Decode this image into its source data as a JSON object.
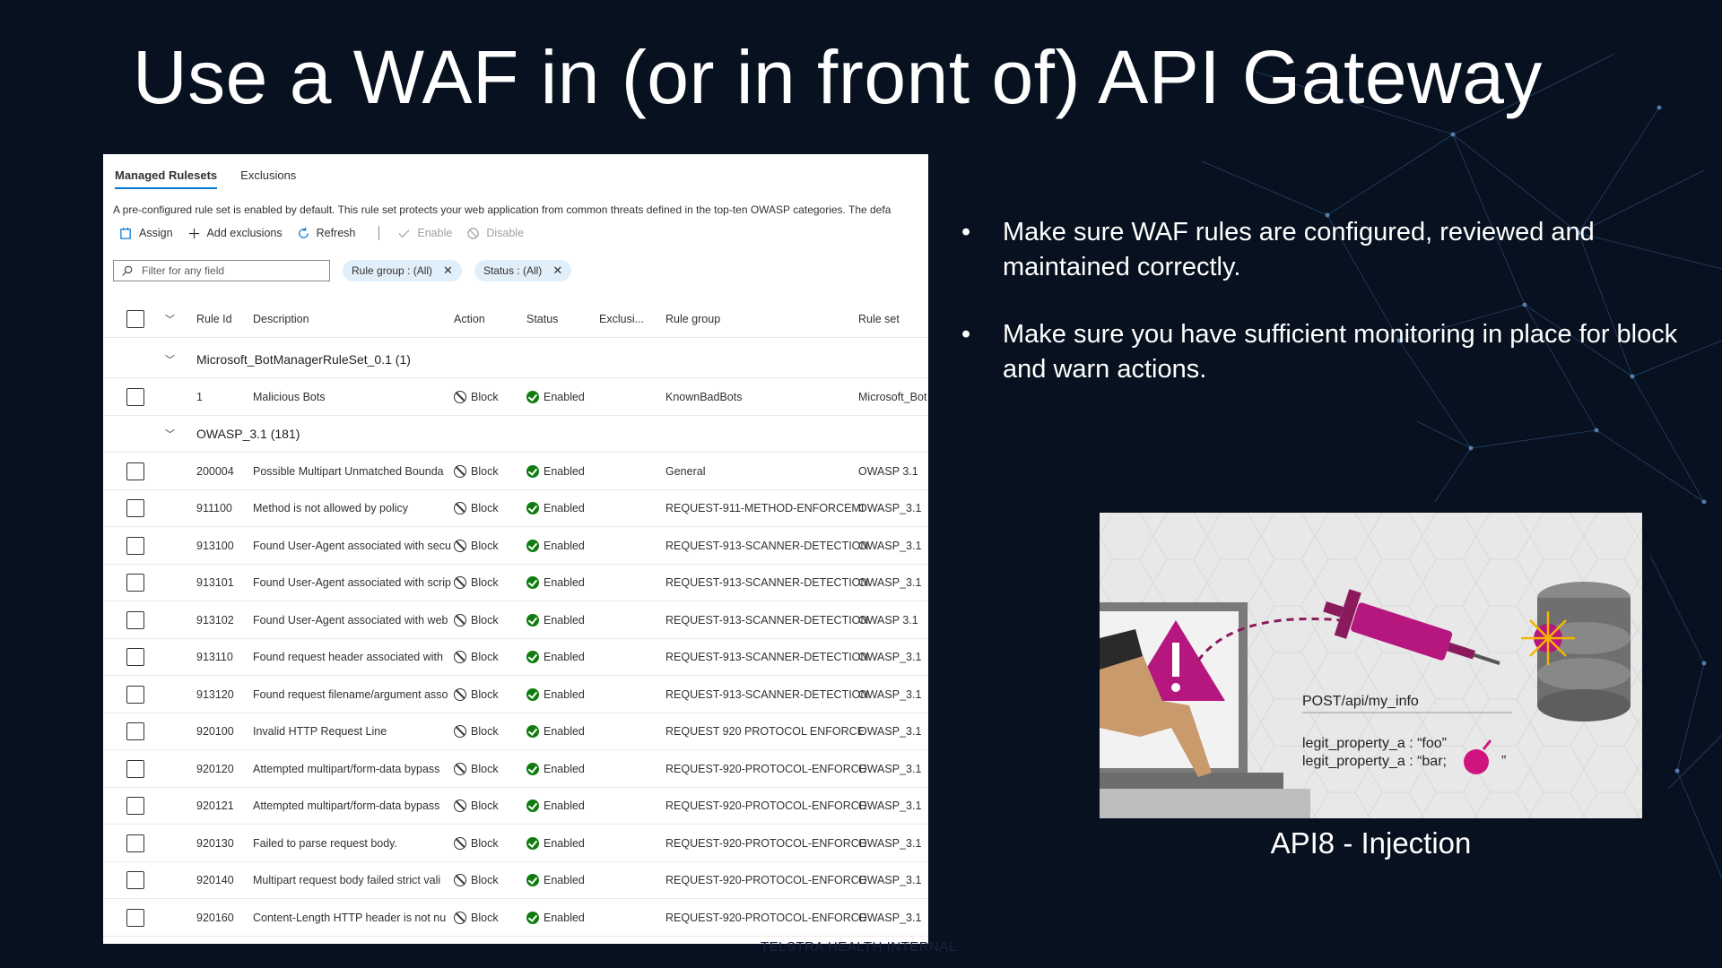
{
  "slide": {
    "title": "Use a WAF in (or in front of) API Gateway",
    "footer": "TELSTRA HEALTH INTERNAL"
  },
  "portal": {
    "tabs": [
      {
        "label": "Managed Rulesets",
        "active": true
      },
      {
        "label": "Exclusions",
        "active": false
      }
    ],
    "description": "A pre-configured rule set is enabled by default. This rule set protects your web application from common threats defined in the top-ten OWASP categories. The defa",
    "commands": {
      "assign": "Assign",
      "add_exclusions": "Add exclusions",
      "refresh": "Refresh",
      "enable": "Enable",
      "disable": "Disable"
    },
    "filter": {
      "placeholder": "Filter for any field",
      "pill_rule_group": "Rule group : (All)",
      "pill_status": "Status : (All)"
    },
    "columns": [
      "Rule Id",
      "Description",
      "Action",
      "Status",
      "Exclusi...",
      "Rule group",
      "Rule set"
    ],
    "groups": [
      {
        "name": "Microsoft_BotManagerRuleSet_0.1 (1)",
        "rows": [
          {
            "id": "1",
            "desc": "Malicious Bots",
            "action": "Block",
            "status": "Enabled",
            "exclusions": "",
            "group": "KnownBadBots",
            "set": "Microsoft_Bot"
          }
        ]
      },
      {
        "name": "OWASP_3.1 (181)",
        "rows": [
          {
            "id": "200004",
            "desc": "Possible Multipart Unmatched Bounda",
            "action": "Block",
            "status": "Enabled",
            "exclusions": "",
            "group": "General",
            "set": "OWASP 3.1"
          },
          {
            "id": "911100",
            "desc": "Method is not allowed by policy",
            "action": "Block",
            "status": "Enabled",
            "exclusions": "",
            "group": "REQUEST-911-METHOD-ENFORCEMI",
            "set": "OWASP_3.1"
          },
          {
            "id": "913100",
            "desc": "Found User-Agent associated with secu",
            "action": "Block",
            "status": "Enabled",
            "exclusions": "",
            "group": "REQUEST-913-SCANNER-DETECTION",
            "set": "OWASP_3.1"
          },
          {
            "id": "913101",
            "desc": "Found User-Agent associated with scrip",
            "action": "Block",
            "status": "Enabled",
            "exclusions": "",
            "group": "REQUEST-913-SCANNER-DETECTION",
            "set": "OWASP_3.1"
          },
          {
            "id": "913102",
            "desc": "Found User-Agent associated with web",
            "action": "Block",
            "status": "Enabled",
            "exclusions": "",
            "group": "REQUEST-913-SCANNER-DETECTION",
            "set": "OWASP 3.1"
          },
          {
            "id": "913110",
            "desc": "Found request header associated with",
            "action": "Block",
            "status": "Enabled",
            "exclusions": "",
            "group": "REQUEST-913-SCANNER-DETECTION",
            "set": "OWASP_3.1"
          },
          {
            "id": "913120",
            "desc": "Found request filename/argument asso",
            "action": "Block",
            "status": "Enabled",
            "exclusions": "",
            "group": "REQUEST-913-SCANNER-DETECTION",
            "set": "OWASP_3.1"
          },
          {
            "id": "920100",
            "desc": "Invalid HTTP Request Line",
            "action": "Block",
            "status": "Enabled",
            "exclusions": "",
            "group": "REQUEST 920 PROTOCOL ENFORCE",
            "set": "OWASP_3.1"
          },
          {
            "id": "920120",
            "desc": "Attempted multipart/form-data bypass",
            "action": "Block",
            "status": "Enabled",
            "exclusions": "",
            "group": "REQUEST-920-PROTOCOL-ENFORCE",
            "set": "OWASP_3.1"
          },
          {
            "id": "920121",
            "desc": "Attempted multipart/form-data bypass",
            "action": "Block",
            "status": "Enabled",
            "exclusions": "",
            "group": "REQUEST-920-PROTOCOL-ENFORCE",
            "set": "OWASP_3.1"
          },
          {
            "id": "920130",
            "desc": "Failed to parse request body.",
            "action": "Block",
            "status": "Enabled",
            "exclusions": "",
            "group": "REQUEST-920-PROTOCOL-ENFORCE",
            "set": "OWASP_3.1"
          },
          {
            "id": "920140",
            "desc": "Multipart request body failed strict vali",
            "action": "Block",
            "status": "Enabled",
            "exclusions": "",
            "group": "REQUEST-920-PROTOCOL-ENFORCE",
            "set": "OWASP_3.1"
          },
          {
            "id": "920160",
            "desc": "Content-Length HTTP header is not nu",
            "action": "Block",
            "status": "Enabled",
            "exclusions": "",
            "group": "REQUEST-920-PROTOCOL-ENFORCE",
            "set": "OWASP_3.1"
          }
        ]
      }
    ]
  },
  "bullets": [
    "Make sure WAF rules are configured, reviewed and maintained correctly.",
    "Make sure you have sufficient monitoring in place for block and warn actions."
  ],
  "illustration": {
    "request_line": "POST/api/my_info",
    "prop1": "legit_property_a : “foo”",
    "prop2": "legit_property_a : “bar;",
    "prop2_end": "”",
    "caption": "API8 - Injection"
  },
  "colors": {
    "background": "#07111f",
    "accent": "#0078d4",
    "enabled": "#107c10",
    "magenta": "#b5177f"
  }
}
